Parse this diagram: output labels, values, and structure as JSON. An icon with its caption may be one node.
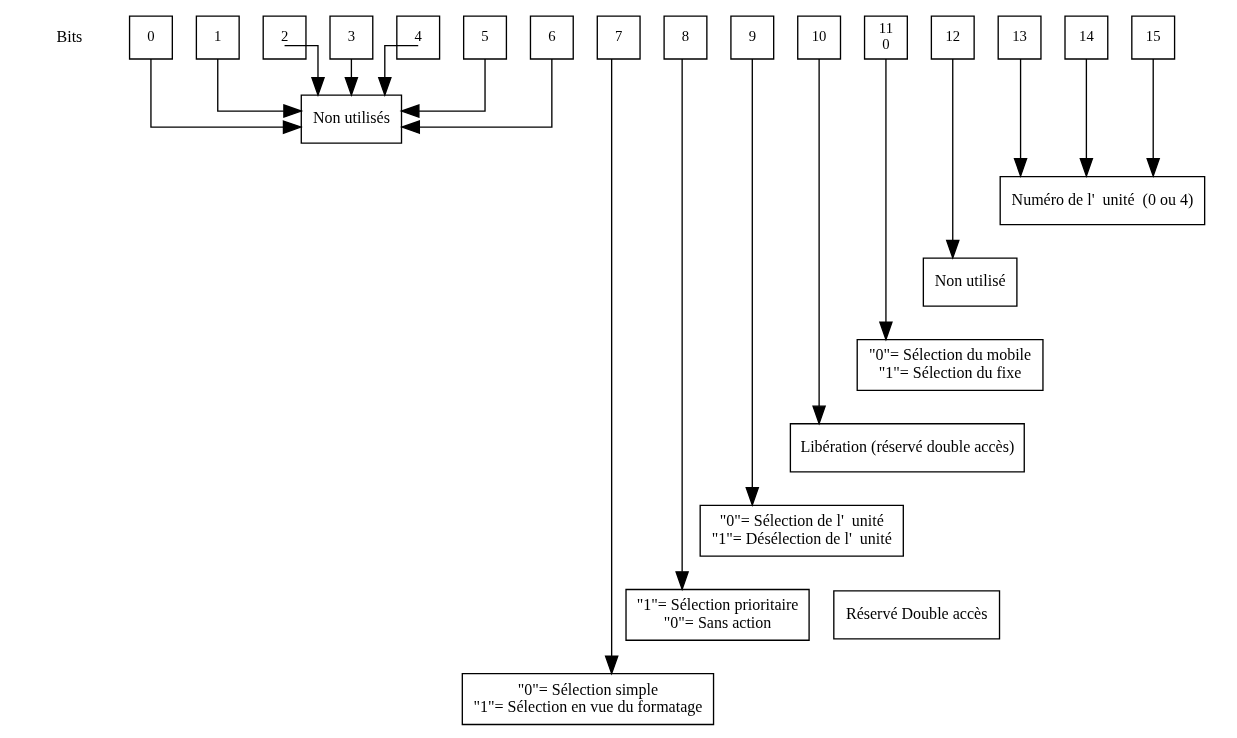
{
  "diagram": {
    "nodes": [
      {
        "text": [
          "0"
        ]
      },
      {
        "text": [
          "1"
        ]
      },
      {
        "text": [
          "2"
        ]
      },
      {
        "text": [
          "3"
        ]
      },
      {
        "text": [
          "4"
        ]
      },
      {
        "text": [
          "5"
        ]
      },
      {
        "text": [
          "6"
        ]
      },
      {
        "text": [
          "7"
        ]
      },
      {
        "text": [
          "8"
        ]
      },
      {
        "text": [
          "9"
        ]
      },
      {
        "text": [
          "10"
        ]
      },
      {
        "text": [
          "11",
          "0"
        ]
      },
      {
        "text": [
          "12"
        ]
      },
      {
        "text": [
          "13"
        ]
      },
      {
        "text": [
          "14"
        ]
      },
      {
        "text": [
          "15"
        ]
      },
      {
        "text": [
          "Non utilisés"
        ]
      },
      {
        "text": [
          "Numéro de l'  unité  (0 ou 4)"
        ]
      },
      {
        "text": [
          "Non utilisé"
        ]
      },
      {
        "text": [
          "\"0\"= Sélection du mobile",
          "\"1\"= Sélection du fixe"
        ]
      },
      {
        "text": [
          "Libération (réservé double accès)"
        ]
      },
      {
        "text": [
          "\"0\"= Sélection de l'  unité",
          "\"1\"= Désélection de l'  unité"
        ]
      },
      {
        "text": [
          "\"1\"= Sélection prioritaire",
          "\"0\"= Sans action"
        ]
      },
      {
        "text": [
          "Réservé Double accès"
        ]
      },
      {
        "text": [
          "\"0\"= Sélection simple",
          "\"1\"= Sélection en vue du formatage"
        ]
      }
    ],
    "edges": [
      {
        "from": 0,
        "to": 16,
        "arrow": "to"
      },
      {
        "from": 1,
        "to": 16,
        "arrow": "to"
      },
      {
        "from": 2,
        "to": 16,
        "arrow": "to"
      },
      {
        "from": 3,
        "to": 16,
        "arrow": "to"
      },
      {
        "from": 4,
        "to": 16,
        "arrow": "to"
      },
      {
        "from": 5,
        "to": 16,
        "arrow": "to"
      },
      {
        "from": 6,
        "to": 16,
        "arrow": "to"
      },
      {
        "from": 13,
        "to": 17,
        "arrow": "to"
      },
      {
        "from": 14,
        "to": 17,
        "arrow": "to"
      },
      {
        "from": 15,
        "to": 17,
        "arrow": "to"
      },
      {
        "from": 12,
        "to": 18,
        "arrow": "to"
      },
      {
        "from": 11,
        "to": 19,
        "arrow": "to"
      },
      {
        "from": 10,
        "to": 20,
        "arrow": "to"
      },
      {
        "from": 9,
        "to": 21,
        "arrow": "to"
      },
      {
        "from": 8,
        "to": 22,
        "arrow": "to"
      },
      {
        "from": 7,
        "to": 24,
        "arrow": "to"
      }
    ],
    "labels": [
      "Bits"
    ]
  }
}
